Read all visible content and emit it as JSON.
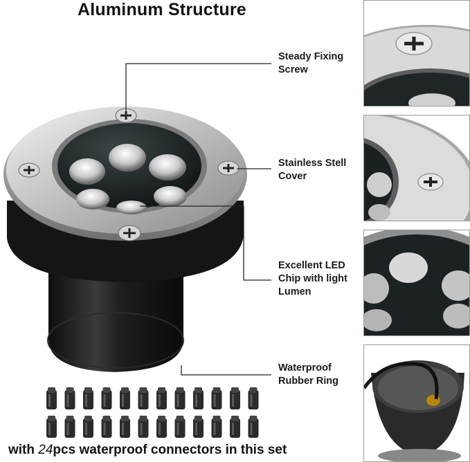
{
  "title": "Aluminum Structure",
  "callouts": [
    {
      "line1": "Steady Fixing",
      "line2": "Screw"
    },
    {
      "line1": "Stainless Stell",
      "line2": "Cover"
    },
    {
      "line1": "Excellent LED",
      "line2": "Chip with light",
      "line3": "Lumen"
    },
    {
      "line1": "Waterproof",
      "line2": "Rubber Ring"
    }
  ],
  "footer": {
    "prefix": "with ",
    "quantity": "24",
    "suffix": "pcs waterproof connectors in this set"
  },
  "colors": {
    "steel_light": "#e8e8e8",
    "steel_dark": "#8c8c8c",
    "body_black": "#1b1b1b",
    "line": "#222222"
  }
}
